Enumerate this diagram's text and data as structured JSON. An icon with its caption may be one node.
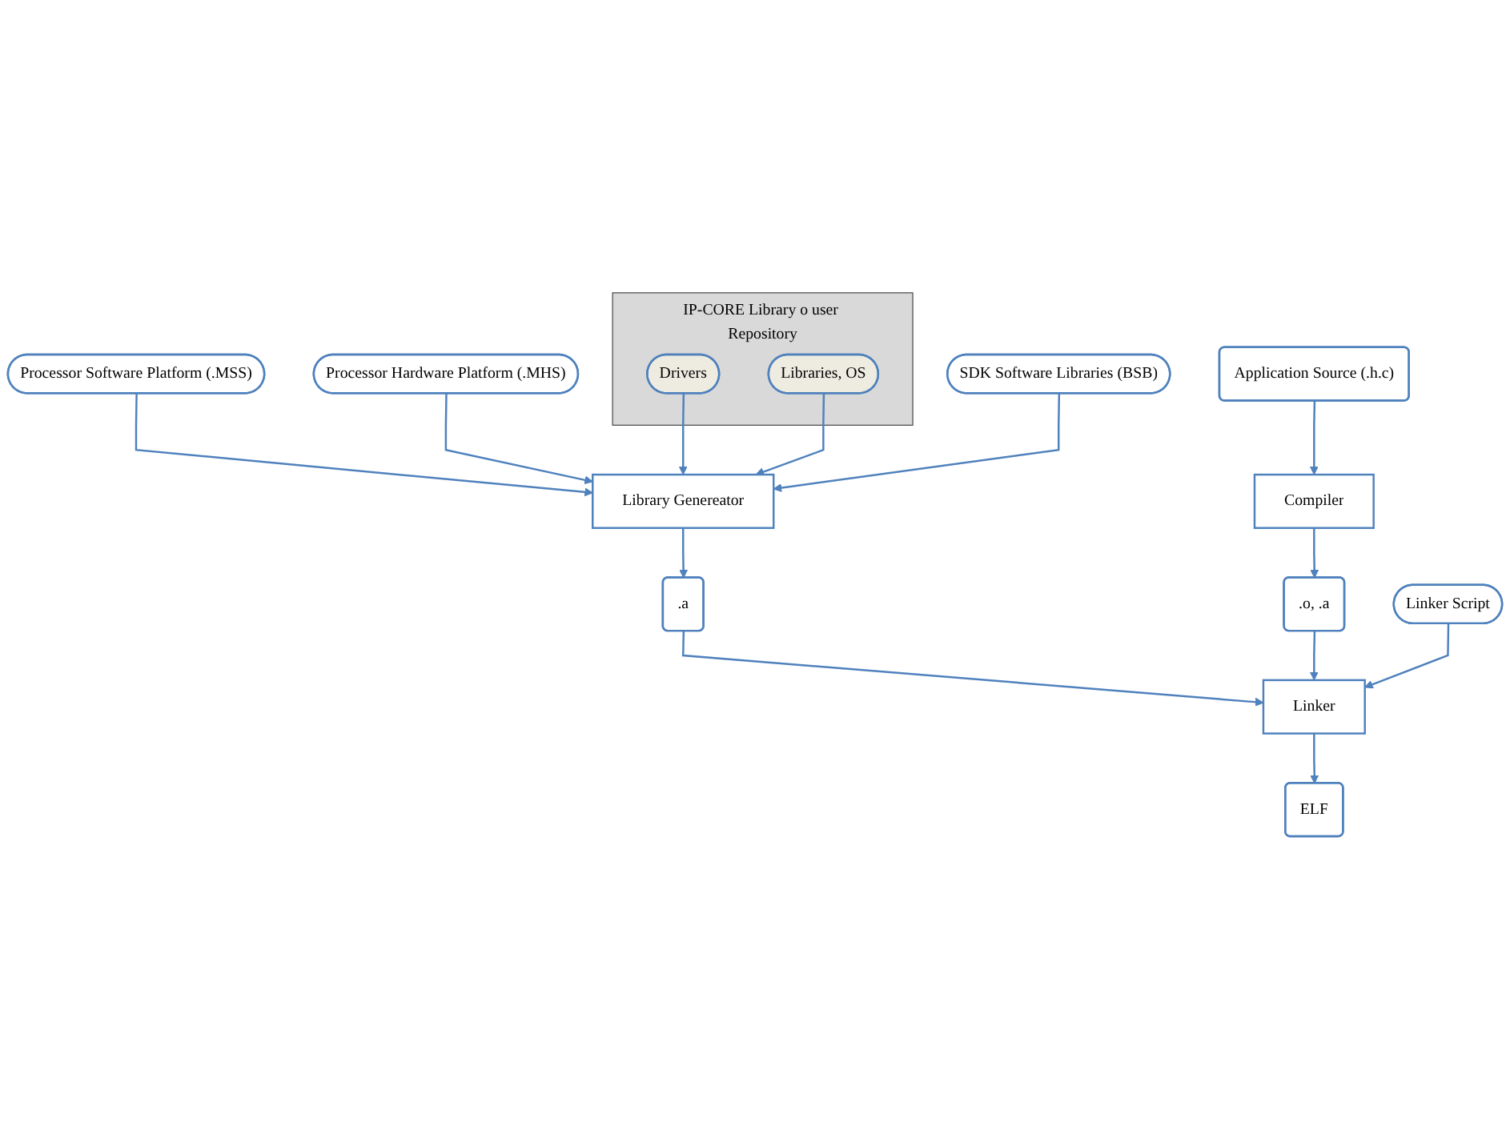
{
  "diagram": {
    "nodes": [
      {
        "text": [
          "Processor Software Platform (.MSS)"
        ]
      },
      {
        "text": [
          "Processor Hardware Platform (.MHS)"
        ]
      },
      {
        "text": [
          "IP-CORE Library o user Repository"
        ]
      },
      {
        "text": [
          "Drivers"
        ],
        "in": 2
      },
      {
        "text": [
          "Libraries, OS"
        ],
        "in": 2
      },
      {
        "text": [
          "SDK Software Libraries (BSB)"
        ]
      },
      {
        "text": [
          "Library Genereator"
        ]
      },
      {
        "text": [
          ".a"
        ]
      },
      {
        "text": [
          "Application Source (.h.c)"
        ]
      },
      {
        "text": [
          "Compiler"
        ]
      },
      {
        "text": [
          ".o, .a"
        ]
      },
      {
        "text": [
          "Linker"
        ]
      },
      {
        "text": [
          "ELF"
        ]
      },
      {
        "text": [
          "Linker Script"
        ]
      }
    ],
    "edges": [
      {
        "from": 0,
        "to": 6,
        "arrow": "to"
      },
      {
        "from": 1,
        "to": 6,
        "arrow": "to"
      },
      {
        "from": 3,
        "to": 6,
        "arrow": "to"
      },
      {
        "from": 4,
        "to": 6,
        "arrow": "to"
      },
      {
        "from": 5,
        "to": 6,
        "arrow": "to"
      },
      {
        "from": 6,
        "to": 7,
        "arrow": "to"
      },
      {
        "from": 7,
        "to": 11,
        "arrow": "to"
      },
      {
        "from": 8,
        "to": 9,
        "arrow": "to"
      },
      {
        "from": 9,
        "to": 10,
        "arrow": "to"
      },
      {
        "from": 10,
        "to": 11,
        "arrow": "to"
      },
      {
        "from": 13,
        "to": 11,
        "arrow": "to"
      },
      {
        "from": 11,
        "to": 12,
        "arrow": "to"
      }
    ]
  }
}
